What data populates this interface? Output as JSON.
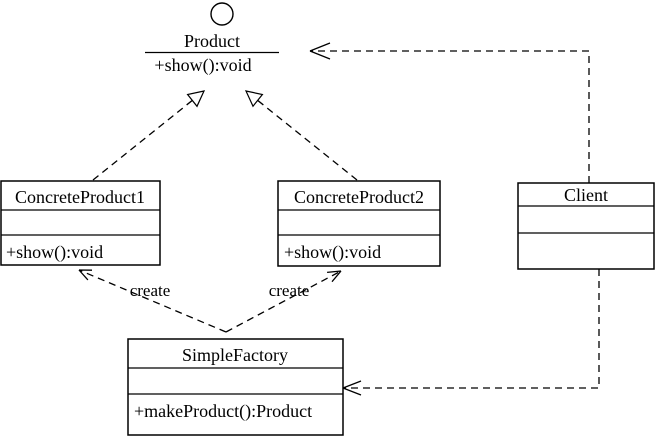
{
  "colors": {
    "line": "#000000",
    "background": "#ffffff"
  },
  "interface": {
    "name": "Product",
    "method": "+show():void"
  },
  "classes": {
    "concreteProduct1": {
      "name": "ConcreteProduct1",
      "method": "+show():void"
    },
    "concreteProduct2": {
      "name": "ConcreteProduct2",
      "method": "+show():void"
    },
    "client": {
      "name": "Client"
    },
    "simpleFactory": {
      "name": "SimpleFactory",
      "method": "+makeProduct():Product"
    }
  },
  "edges": {
    "createLeft": {
      "label": "create",
      "type": "dashed-dependency"
    },
    "createRight": {
      "label": "create",
      "type": "dashed-dependency"
    },
    "cp1ToProduct": {
      "type": "dashed-realization"
    },
    "cp2ToProduct": {
      "type": "dashed-realization"
    },
    "clientToProduct": {
      "type": "dashed-dependency"
    },
    "clientToFactory": {
      "type": "dashed-dependency"
    }
  }
}
